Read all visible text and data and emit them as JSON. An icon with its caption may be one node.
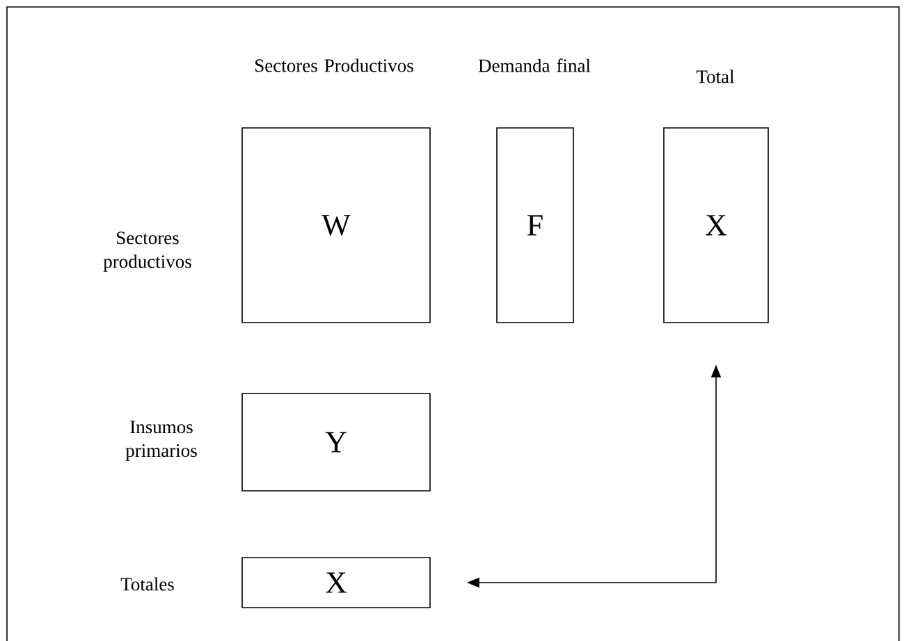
{
  "diagram": {
    "nodes": [
      {
        "text": [
          "W"
        ]
      },
      {
        "text": [
          "F"
        ]
      },
      {
        "text": [
          "X"
        ]
      },
      {
        "text": [
          "Y"
        ]
      },
      {
        "text": [
          "X"
        ]
      }
    ],
    "edges": [
      {
        "from": 4,
        "to": 2,
        "arrow": "both"
      }
    ],
    "labels": [
      "Sectores Productivos",
      "Demanda final",
      "Total",
      "Sectores productivos",
      "Insumos primarios",
      "Totales"
    ]
  }
}
